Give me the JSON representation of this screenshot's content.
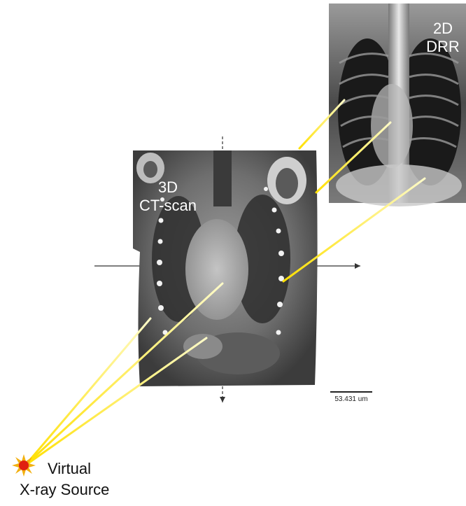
{
  "ct_label": {
    "line1": "3D",
    "line2": "CT-scan"
  },
  "drr_label": {
    "line1": "2D",
    "line2": "DRR"
  },
  "scale_bar": {
    "label": "53.431 um"
  },
  "source_label": {
    "line1": "Virtual",
    "line2": "X-ray Source"
  },
  "colors": {
    "ray": "#f0e020",
    "source_core": "#e02010",
    "source_rays": "#f2b010",
    "axis": "#333333"
  },
  "icons": {
    "source": "sun-burst-icon"
  }
}
